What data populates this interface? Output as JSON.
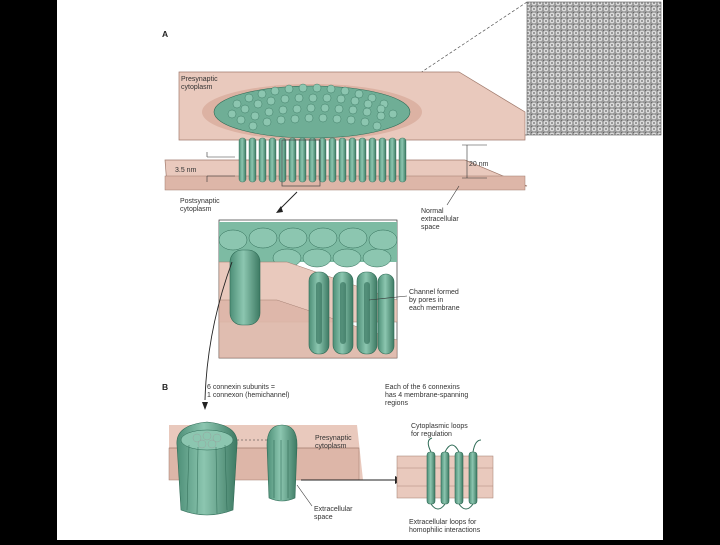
{
  "figure": {
    "panel_a": "A",
    "panel_b": "B",
    "labels": {
      "presynaptic_cytoplasm": [
        "Presynaptic",
        "cytoplasm"
      ],
      "gap_width": "3.5 nm",
      "membrane_width": "20 nm",
      "postsynaptic_cytoplasm": [
        "Postsynaptic",
        "cytoplasm"
      ],
      "normal_extracellular_space": [
        "Normal",
        "extracellular",
        "space"
      ],
      "channel_formed": [
        "Channel formed",
        "by pores in",
        "each membrane"
      ],
      "connexin_subunits": [
        "6 connexin subunits =",
        "1 connexon (hemichannel)"
      ],
      "each_connexin": [
        "Each of the 6 connexins",
        "has 4 membrane-spanning",
        "regions"
      ],
      "presynaptic_cytoplasm_b": [
        "Presynaptic",
        "cytoplasm"
      ],
      "extracellular_space_b": [
        "Extracellular",
        "space"
      ],
      "cytoplasmic_loops": [
        "Cytoplasmic loops",
        "for regulation"
      ],
      "extracellular_loops": [
        "Extracellular loops for",
        "homophilic interactions"
      ]
    },
    "colors": {
      "membrane": "#e9c9bd",
      "membrane_dark": "#d7aa9a",
      "connexon": "#6fae96",
      "connexon_dark": "#3f7f68",
      "micrograph": "#8a8a8a"
    }
  }
}
